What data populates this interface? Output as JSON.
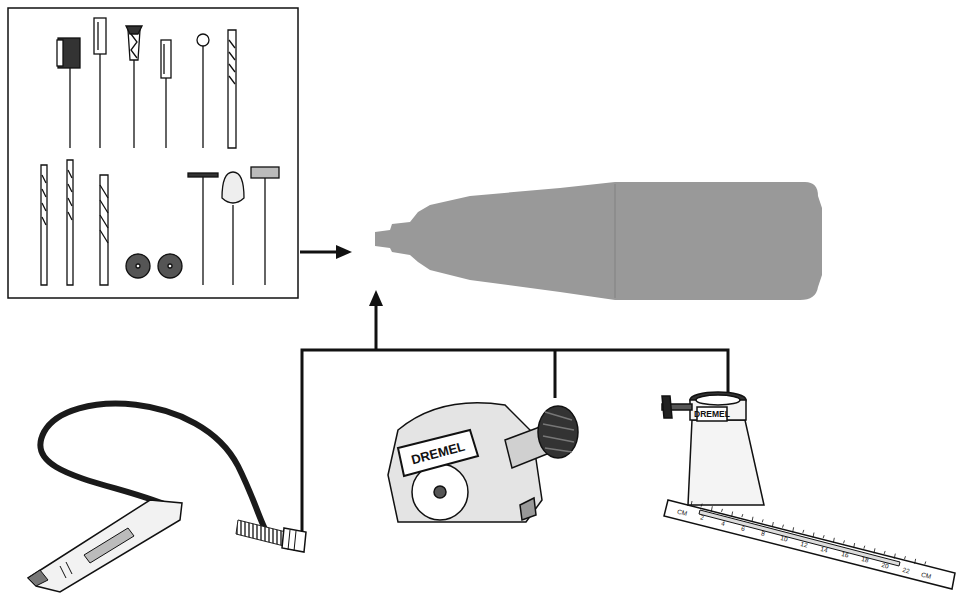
{
  "diagram": {
    "labels": [
      "DREMEL",
      "DREMEL",
      "CM",
      "2",
      "4",
      "6",
      "8",
      "10",
      "12",
      "14",
      "16",
      "18",
      "20",
      "22",
      "CM"
    ]
  }
}
